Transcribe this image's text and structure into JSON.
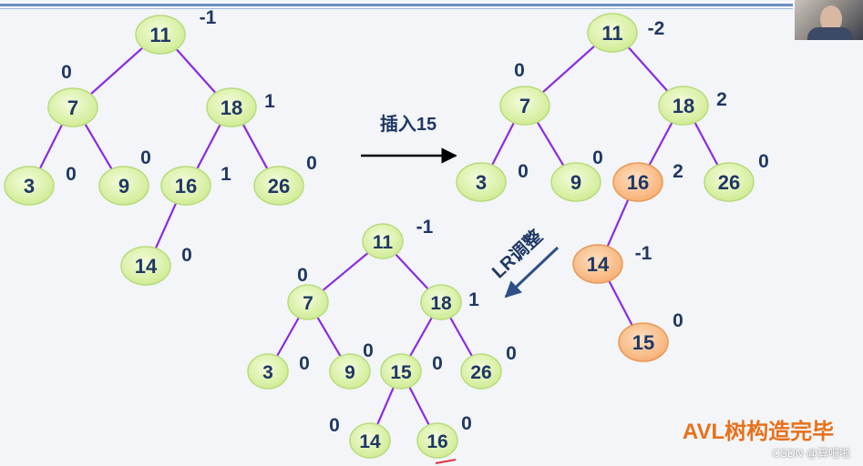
{
  "trees": [
    {
      "id": "before",
      "nodes": [
        {
          "key": "11",
          "bf": "-1",
          "state": "normal"
        },
        {
          "key": "7",
          "bf": "0",
          "state": "normal"
        },
        {
          "key": "18",
          "bf": "1",
          "state": "normal"
        },
        {
          "key": "3",
          "bf": "0",
          "state": "normal"
        },
        {
          "key": "9",
          "bf": "0",
          "state": "normal"
        },
        {
          "key": "16",
          "bf": "1",
          "state": "normal"
        },
        {
          "key": "26",
          "bf": "0",
          "state": "normal"
        },
        {
          "key": "14",
          "bf": "0",
          "state": "normal"
        }
      ],
      "edges": [
        [
          "11",
          "7"
        ],
        [
          "11",
          "18"
        ],
        [
          "7",
          "3"
        ],
        [
          "7",
          "9"
        ],
        [
          "18",
          "16"
        ],
        [
          "18",
          "26"
        ],
        [
          "16",
          "14"
        ]
      ]
    },
    {
      "id": "after-insert",
      "nodes": [
        {
          "key": "11",
          "bf": "-2",
          "state": "normal"
        },
        {
          "key": "7",
          "bf": "0",
          "state": "normal"
        },
        {
          "key": "18",
          "bf": "2",
          "state": "normal"
        },
        {
          "key": "3",
          "bf": "0",
          "state": "normal"
        },
        {
          "key": "9",
          "bf": "0",
          "state": "normal"
        },
        {
          "key": "16",
          "bf": "2",
          "state": "highlight"
        },
        {
          "key": "26",
          "bf": "0",
          "state": "normal"
        },
        {
          "key": "14",
          "bf": "-1",
          "state": "highlight"
        },
        {
          "key": "15",
          "bf": "0",
          "state": "highlight"
        }
      ],
      "edges": [
        [
          "11",
          "7"
        ],
        [
          "11",
          "18"
        ],
        [
          "7",
          "3"
        ],
        [
          "7",
          "9"
        ],
        [
          "18",
          "16"
        ],
        [
          "18",
          "26"
        ],
        [
          "16",
          "14"
        ],
        [
          "14",
          "15"
        ]
      ]
    },
    {
      "id": "after-adjust",
      "nodes": [
        {
          "key": "11",
          "bf": "-1",
          "state": "normal"
        },
        {
          "key": "7",
          "bf": "0",
          "state": "normal"
        },
        {
          "key": "18",
          "bf": "1",
          "state": "normal"
        },
        {
          "key": "3",
          "bf": "0",
          "state": "normal"
        },
        {
          "key": "9",
          "bf": "0",
          "state": "normal"
        },
        {
          "key": "15",
          "bf": "0",
          "state": "normal"
        },
        {
          "key": "26",
          "bf": "0",
          "state": "normal"
        },
        {
          "key": "14",
          "bf": "0",
          "state": "normal"
        },
        {
          "key": "16",
          "bf": "0",
          "state": "normal"
        }
      ],
      "edges": [
        [
          "11",
          "7"
        ],
        [
          "11",
          "18"
        ],
        [
          "7",
          "3"
        ],
        [
          "7",
          "9"
        ],
        [
          "18",
          "15"
        ],
        [
          "18",
          "26"
        ],
        [
          "15",
          "14"
        ],
        [
          "15",
          "16"
        ]
      ]
    }
  ],
  "arrows": {
    "insert_label": "插入15",
    "adjust_label": "LR调整"
  },
  "footer": {
    "title": "AVL树构造完毕",
    "watermark": "CSDN @算吧啦"
  },
  "colors": {
    "node_fill": "#dff5b0",
    "node_stroke": "#b9dc7e",
    "highlight_fill": "#fbc89b",
    "highlight_stroke": "#e89a5a",
    "edge": "#8a2be2",
    "text": "#1f3864",
    "arrow_black": "#000000",
    "arrow_blue": "#2e4f86",
    "footer": "#e8701a"
  }
}
